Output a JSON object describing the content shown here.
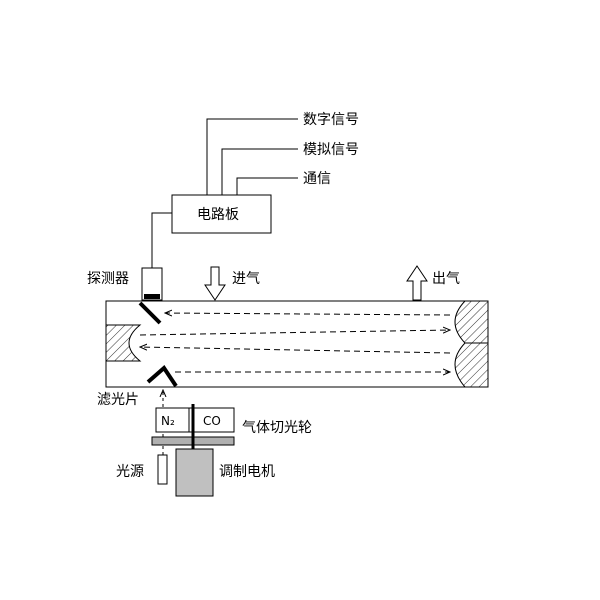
{
  "labels": {
    "digital_signal": "数字信号",
    "analog_signal": "模拟信号",
    "communication": "通信",
    "circuit_board": "电路板",
    "detector": "探测器",
    "gas_inlet": "进气",
    "gas_outlet": "出气",
    "filter": "滤光片",
    "n2": "N₂",
    "co": "CO",
    "gas_chopper_wheel": "气体切光轮",
    "light_source": "光源",
    "modulating_motor": "调制电机"
  },
  "colors": {
    "line": "#000000",
    "hatch": "#000000",
    "plate": "#b0b0b0",
    "motor": "#c0c0c0"
  }
}
